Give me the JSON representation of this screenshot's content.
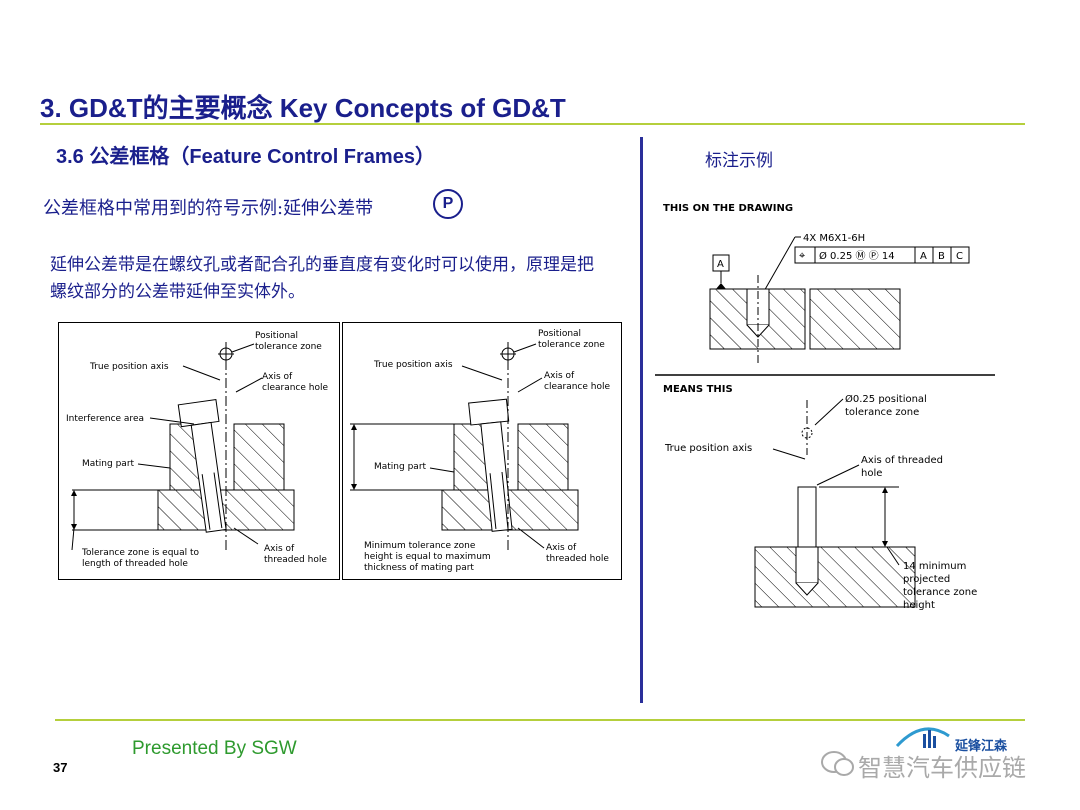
{
  "slide": {
    "title": "3. GD&T的主要概念  Key Concepts of GD&T",
    "subtitle": "3.6  公差框格（Feature Control Frames）",
    "symbol_line": "公差框格中常用到的符号示例:延伸公差带",
    "symbol_letter": "P",
    "paragraph": "延伸公差带是在螺纹孔或者配合孔的垂直度有变化时可以使用，原理是把螺纹部分的公差带延伸至实体外。",
    "example_label": "标注示例",
    "presented_by": "Presented By SGW",
    "page_number": "37"
  },
  "figure_left": {
    "positional_zone": [
      "Positional",
      "tolerance zone"
    ],
    "true_position_axis": "True position axis",
    "axis_clearance": [
      "Axis of",
      "clearance hole"
    ],
    "interference_area": "Interference area",
    "mating_part": "Mating part",
    "tolerance_note": [
      "Tolerance zone is equal to",
      "length of threaded hole"
    ],
    "axis_threaded": [
      "Axis of",
      "threaded hole"
    ]
  },
  "figure_mid": {
    "positional_zone": [
      "Positional",
      "tolerance zone"
    ],
    "true_position_axis": "True position axis",
    "axis_clearance": [
      "Axis of",
      "clearance hole"
    ],
    "mating_part": "Mating part",
    "min_note": [
      "Minimum tolerance zone",
      "height is equal to maximum",
      "thickness of mating part"
    ],
    "axis_threaded": [
      "Axis of",
      "threaded hole"
    ]
  },
  "figure_right": {
    "this_on_drawing": "THIS ON THE DRAWING",
    "callout": "4X  M6X1-6H",
    "frame_cells": [
      "⌖",
      "Ø 0.25 Ⓜ Ⓟ 14",
      "A",
      "B",
      "C"
    ],
    "datum": "A",
    "means_this": "MEANS THIS",
    "positional_zone": [
      "Ø0.25 positional",
      "tolerance zone"
    ],
    "true_position_axis": "True position axis",
    "axis_threaded": [
      "Axis of threaded",
      "hole"
    ],
    "projected_note": [
      "14 minimum",
      "projected",
      "tolerance zone",
      "height"
    ]
  },
  "branding": {
    "logo_text": "延锋江森",
    "watermark": "智慧汽车供应链"
  },
  "colors": {
    "title_blue": "#1a1f8c",
    "rule_green": "#b5cf3c",
    "presented_green": "#2e9a2e",
    "divider_blue": "#2a2f9a"
  }
}
